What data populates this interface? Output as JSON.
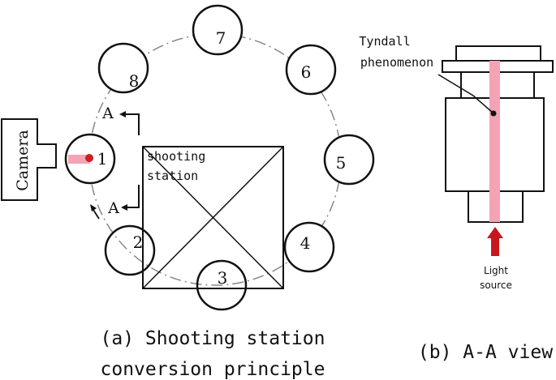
{
  "left_panel": {
    "camera_label": "Camera",
    "stations": [
      "1",
      "2",
      "3",
      "4",
      "5",
      "6",
      "7",
      "8"
    ],
    "shooting_station_line1": "shooting",
    "shooting_station_line2": "station",
    "section_mark_top": "A",
    "section_mark_bottom": "A",
    "caption_line1": "(a) Shooting station",
    "caption_line2": "conversion principle"
  },
  "right_panel": {
    "annotation_line1": "Tyndall",
    "annotation_line2": "phenomenon",
    "light_line1": "Light",
    "light_line2": "source",
    "caption": "(b) A-A view"
  },
  "colors": {
    "stroke": "#111111",
    "beam_pink": "#f4a3b4",
    "beam_dot": "#cc1f1f",
    "arrow_red": "#c8161d",
    "orbit": "#888888"
  }
}
